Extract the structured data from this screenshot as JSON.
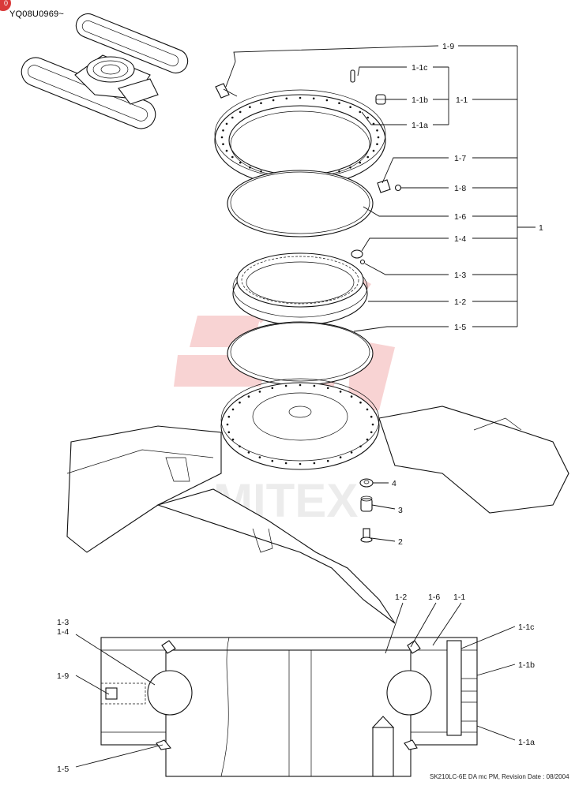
{
  "page_badge": "0",
  "model_code": "YQ08U0969~",
  "footer": "SK210LC-6E DA mc PM, Revision Date : 08/2004",
  "watermark_text": "MITEX",
  "colors": {
    "watermark": "#e23a3a",
    "line": "#111111"
  },
  "labels": {
    "l_1_9": "1-9",
    "l_1_1c": "1-1c",
    "l_1_1b": "1-1b",
    "l_1_1a": "1-1a",
    "l_1_1": "1-1",
    "l_1_7": "1-7",
    "l_1_8": "1-8",
    "l_1_6": "1-6",
    "l_1": "1",
    "l_1_4": "1-4",
    "l_1_3": "1-3",
    "l_1_2": "1-2",
    "l_1_5": "1-5",
    "l_4": "4",
    "l_3": "3",
    "l_2": "2"
  },
  "section_labels": {
    "s_1_2": "1-2",
    "s_1_6": "1-6",
    "s_1_1": "1-1",
    "s_1_3": "1-3",
    "s_1_4": "1-4",
    "s_1_9": "1-9",
    "s_1_5": "1-5",
    "s_1_1c": "1-1c",
    "s_1_1b": "1-1b",
    "s_1_1a": "1-1a"
  }
}
